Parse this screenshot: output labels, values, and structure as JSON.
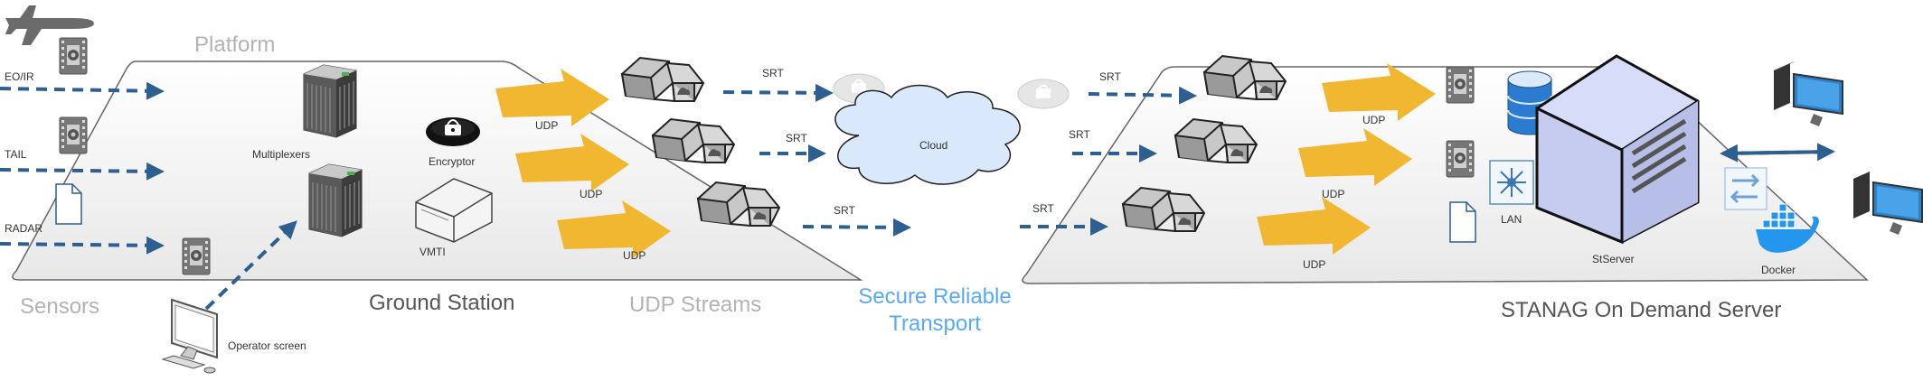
{
  "labels": {
    "platform": "Platform",
    "sensors": "Sensors",
    "ground_station": "Ground Station",
    "udp_streams": "UDP Streams",
    "secure_line1": "Secure Reliable",
    "secure_line2": "Transport",
    "stanag_server": "STANAG On Demand Server",
    "eoir": "EO/IR",
    "tail": "TAIL",
    "radar": "RADAR",
    "multiplexers": "Multiplexers",
    "encryptor": "Encryptor",
    "vmti": "VMTI",
    "operator_screen": "Operator screen",
    "cloud": "Cloud",
    "lan": "LAN",
    "stserver": "StServer",
    "docker": "Docker",
    "udp": "UDP",
    "srt": "SRT"
  },
  "colors": {
    "arrow_blue": "#2d5f91",
    "udp_arrow": "#f2b731",
    "cloud_fill": "#dae8fc",
    "server_fill": "#d7dcf8",
    "secure_text": "#5aaaf0",
    "grey_text": "#b3b3b3"
  },
  "icons": [
    "airplane-icon",
    "film-icon",
    "document-icon",
    "multiplexer-icon",
    "encryptor-lock-icon",
    "vmti-box-icon",
    "monitor-icon",
    "router-icon",
    "cloud-icon",
    "lock-badge-icon",
    "database-icon",
    "lan-switch-icon",
    "server-cube-icon",
    "docker-icon",
    "workstation-icon"
  ]
}
